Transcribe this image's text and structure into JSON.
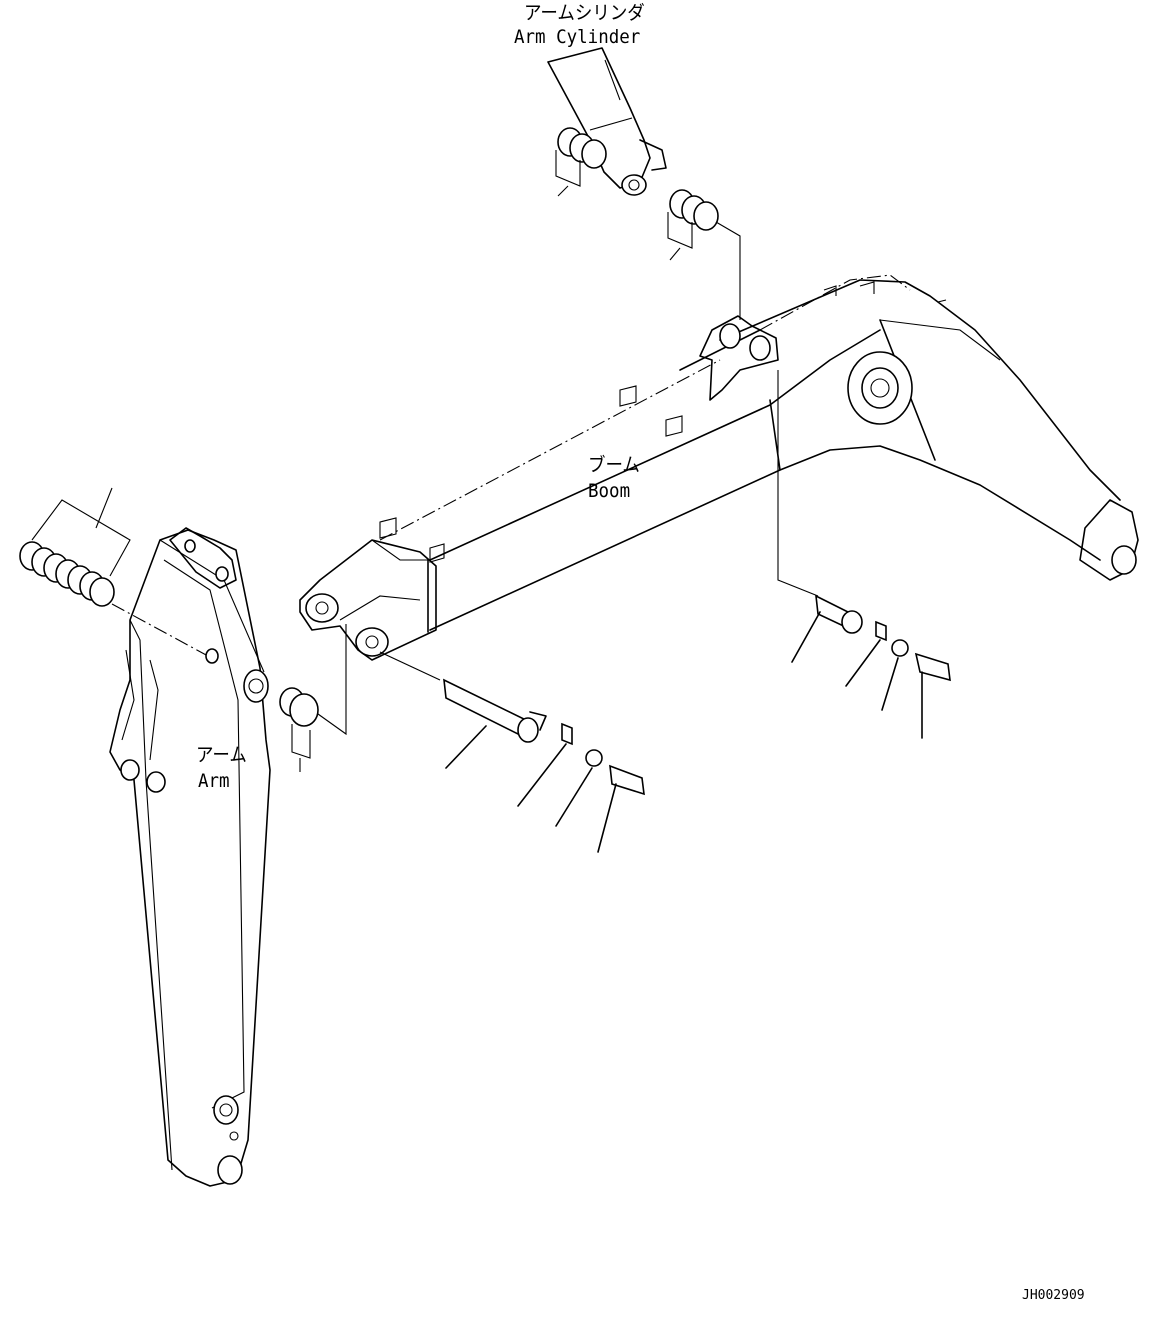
{
  "labels": {
    "arm_cylinder_jp": "アームシリンダ",
    "arm_cylinder_en": "Arm Cylinder",
    "boom_jp": "ブーム",
    "boom_en": "Boom",
    "arm_jp": "アーム",
    "arm_en": "Arm",
    "drawing_code": "JH002909"
  }
}
